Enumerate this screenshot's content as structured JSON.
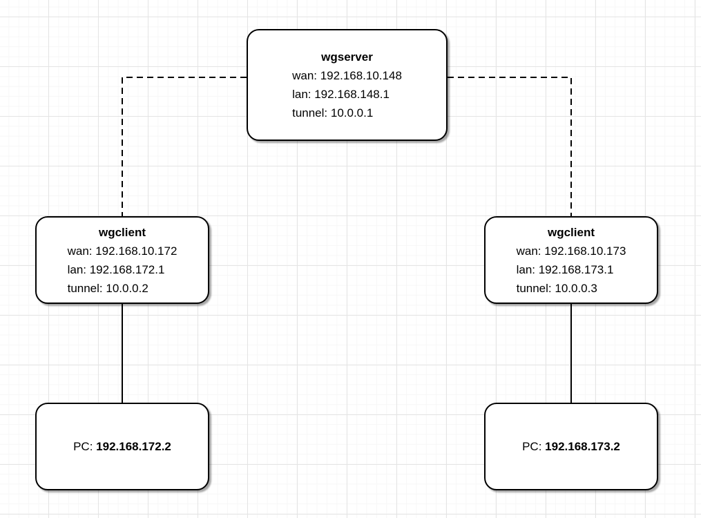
{
  "diagram": {
    "nodes": {
      "wgserver": {
        "title": "wgserver",
        "lines": [
          "wan: 192.168.10.148",
          "lan: 192.168.148.1",
          "tunnel: 10.0.0.1"
        ]
      },
      "wgclient_left": {
        "title": "wgclient",
        "lines": [
          "wan: 192.168.10.172",
          "lan: 192.168.172.1",
          "tunnel: 10.0.0.2"
        ]
      },
      "wgclient_right": {
        "title": "wgclient",
        "lines": [
          "wan: 192.168.10.173",
          "lan: 192.168.173.1",
          "tunnel: 10.0.0.3"
        ]
      },
      "pc_left": {
        "label": "PC:",
        "ip": "192.168.172.2"
      },
      "pc_right": {
        "label": "PC:",
        "ip": "192.168.173.2"
      }
    },
    "edges": [
      {
        "from": "wgserver",
        "to": "wgclient_left",
        "style": "dashed"
      },
      {
        "from": "wgserver",
        "to": "wgclient_right",
        "style": "dashed"
      },
      {
        "from": "wgclient_left",
        "to": "pc_left",
        "style": "solid"
      },
      {
        "from": "wgclient_right",
        "to": "pc_right",
        "style": "solid"
      }
    ],
    "colors": {
      "node_fill": "#ffffff",
      "node_border": "#000000",
      "edge": "#000000",
      "text": "#000000",
      "grid_major": "#e4e4e4",
      "grid_minor": "#f7f7f7",
      "canvas_background": "#ffffff"
    }
  }
}
